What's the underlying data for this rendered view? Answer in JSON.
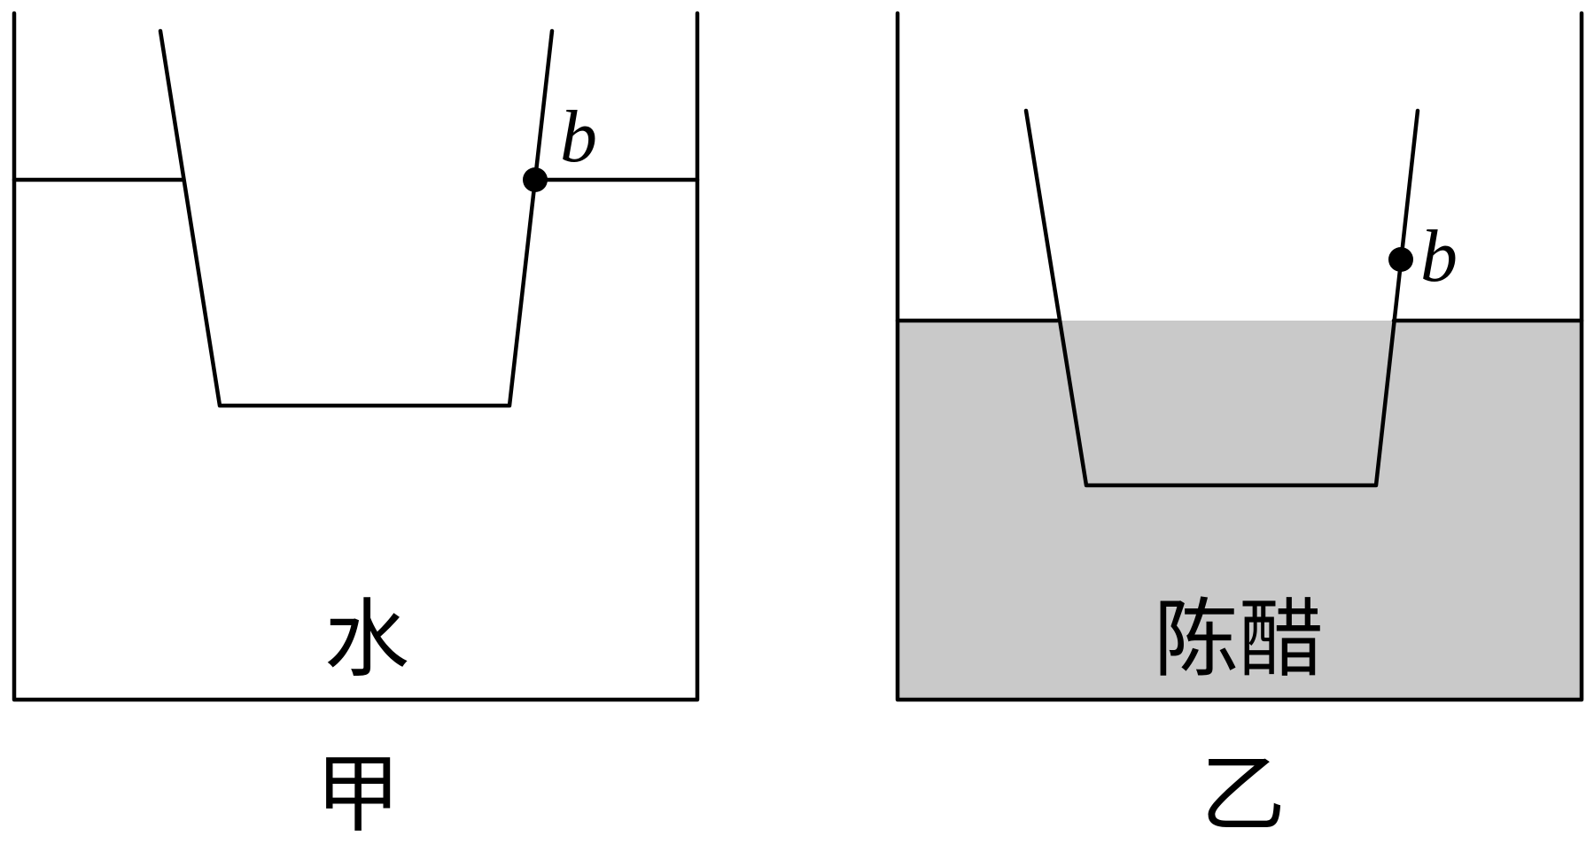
{
  "panels": [
    {
      "caption": "甲",
      "liquid_label": "水",
      "liquid_color": "#ffffff",
      "point_label": "b"
    },
    {
      "caption": "乙",
      "liquid_label": "陈醋",
      "liquid_color": "#c9c9c9",
      "point_label": "b"
    }
  ]
}
